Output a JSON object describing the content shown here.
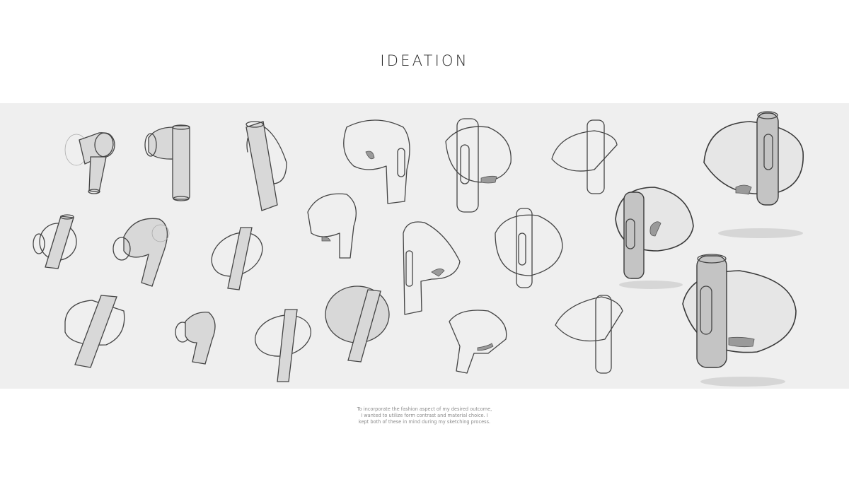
{
  "page": {
    "title": "IDEATION",
    "caption_lines": [
      "To incorporate the fashion aspect of my desired outcome,",
      "I wanted to utilize form contrast and material choice. I",
      "kept both of these in mind during my sketching process."
    ]
  },
  "panel": {
    "background": "#efefef",
    "content": "Pencil ideation sketches of wireless earbud concepts with cylindrical stems",
    "sketch_count": 22,
    "rendered_concepts": 3
  },
  "colors": {
    "page_background": "#ffffff",
    "panel_background": "#efefef",
    "title_text": "#2a2a2a",
    "caption_text": "#8a8a8a",
    "sketch_line": "#444444"
  }
}
